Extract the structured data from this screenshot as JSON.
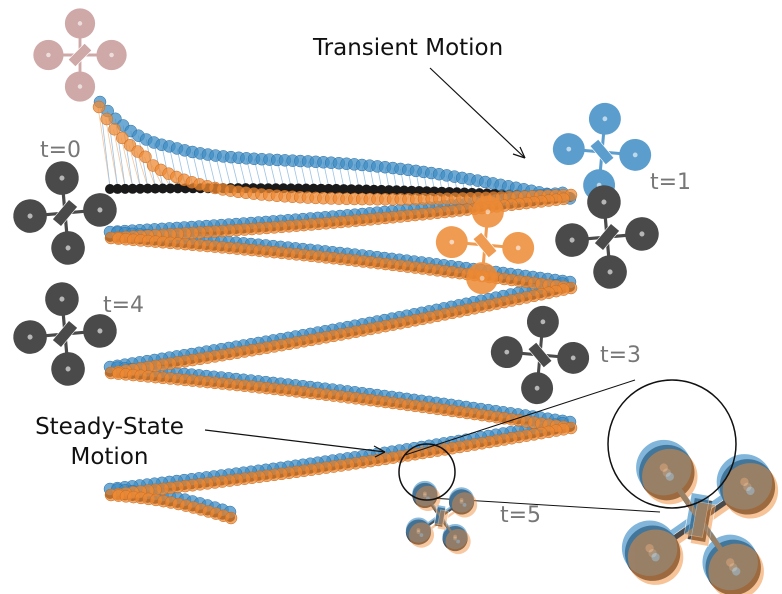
{
  "annotations": {
    "transient": "Transient Motion",
    "steady_line1": "Steady-State",
    "steady_line2": "Motion"
  },
  "time_labels": [
    "t=0",
    "t=1",
    "t=3",
    "t=4",
    "t=5"
  ],
  "colors": {
    "reference": "#1a1a1a",
    "blue": "#3f8ec6",
    "orange": "#ee8a34",
    "dark_drone": "#4a4a4a",
    "initial_drone": "#c79a9a",
    "label_gray": "#777777"
  }
}
